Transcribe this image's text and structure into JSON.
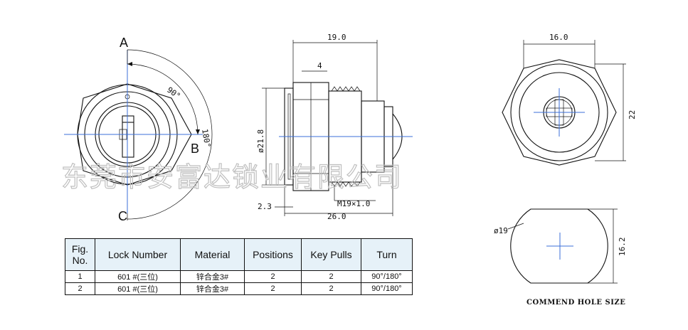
{
  "watermark": "东莞市安富达锁业有限公司",
  "front_view": {
    "positions": [
      "A",
      "B",
      "C"
    ],
    "angle_small": "90°",
    "angle_large": "180°"
  },
  "side_view": {
    "dims": {
      "length_top": "19.0",
      "nut": "4",
      "diameter": "ø21.8",
      "thread": "M19×1.0",
      "flange": "2.3",
      "total": "26.0"
    }
  },
  "rear_view": {
    "dims": {
      "width": "16.0",
      "height": "22"
    }
  },
  "hole_view": {
    "dims": {
      "diameter": "ø19",
      "flat": "16.2"
    },
    "caption": "COMMEND HOLE SIZE"
  },
  "spec_table": {
    "headers": [
      "Fig. No.",
      "Lock Number",
      "Material",
      "Positions",
      "Key Pulls",
      "Turn"
    ],
    "rows": [
      [
        "1",
        "601 #(三位)",
        "锌合金3#",
        "2",
        "2",
        "90°/180°"
      ],
      [
        "2",
        "601 #(三位)",
        "锌合金3#",
        "2",
        "2",
        "90°/180°"
      ]
    ]
  }
}
